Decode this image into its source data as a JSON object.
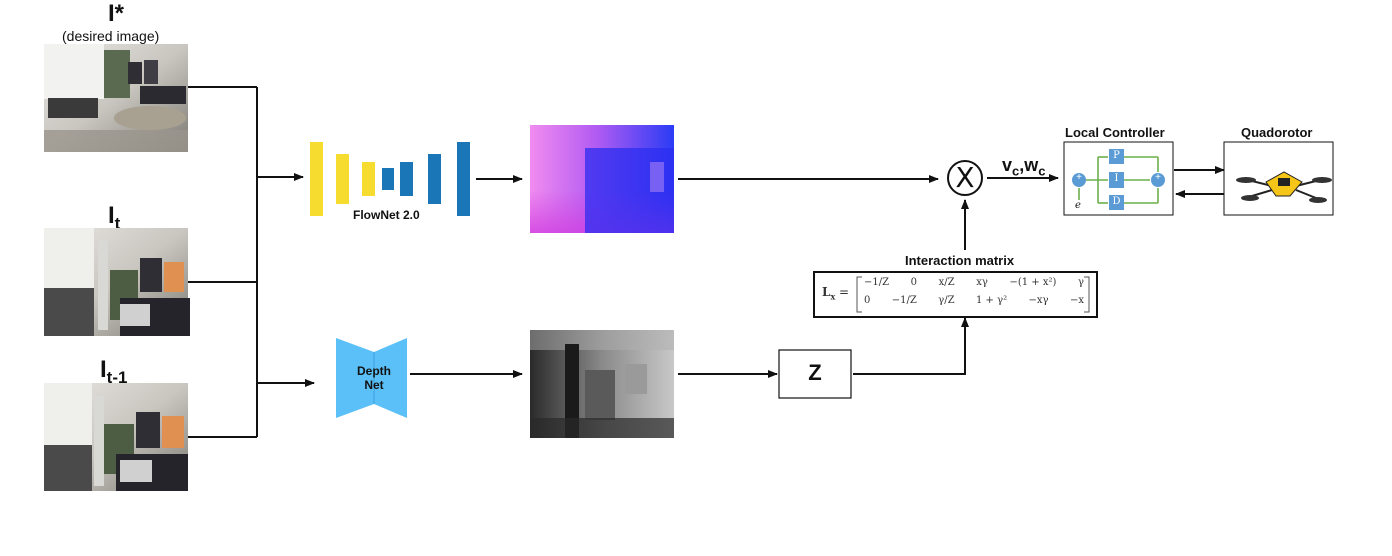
{
  "inputs": {
    "desired": {
      "symbol": "I*",
      "caption": "(desired image)"
    },
    "current": {
      "symbol": "I",
      "subscript": "t"
    },
    "previous": {
      "symbol": "I",
      "subscript": "t-1"
    }
  },
  "flownet": {
    "label": "FlowNet 2.0",
    "colors": {
      "yellow": "#f5dc2e",
      "blue": "#1a76b6"
    }
  },
  "depthnet": {
    "label_line1": "Depth",
    "label_line2": "Net",
    "color": "#5bc0f8"
  },
  "depth_box": {
    "label": "Z"
  },
  "multiply": {
    "symbol": "X"
  },
  "control_output": {
    "text": "v",
    "sub1": "c",
    "sep": ",",
    "text2": "w",
    "sub2": "c"
  },
  "interaction_matrix": {
    "title": "Interaction matrix",
    "lhs": "L",
    "lhs_sub": "x",
    "equals": "=",
    "row1": [
      "−1/Z",
      "0",
      "x/Z",
      "xγ",
      "−(1 + x²)",
      "γ"
    ],
    "row2": [
      "0",
      "−1/Z",
      "γ/Z",
      "1 + γ²",
      "−xγ",
      "−x"
    ]
  },
  "local_controller": {
    "title": "Local Controller",
    "p": "P",
    "i": "I",
    "d": "D",
    "e": "e",
    "plus": "+"
  },
  "quadrotor": {
    "title": "Quadorotor"
  }
}
